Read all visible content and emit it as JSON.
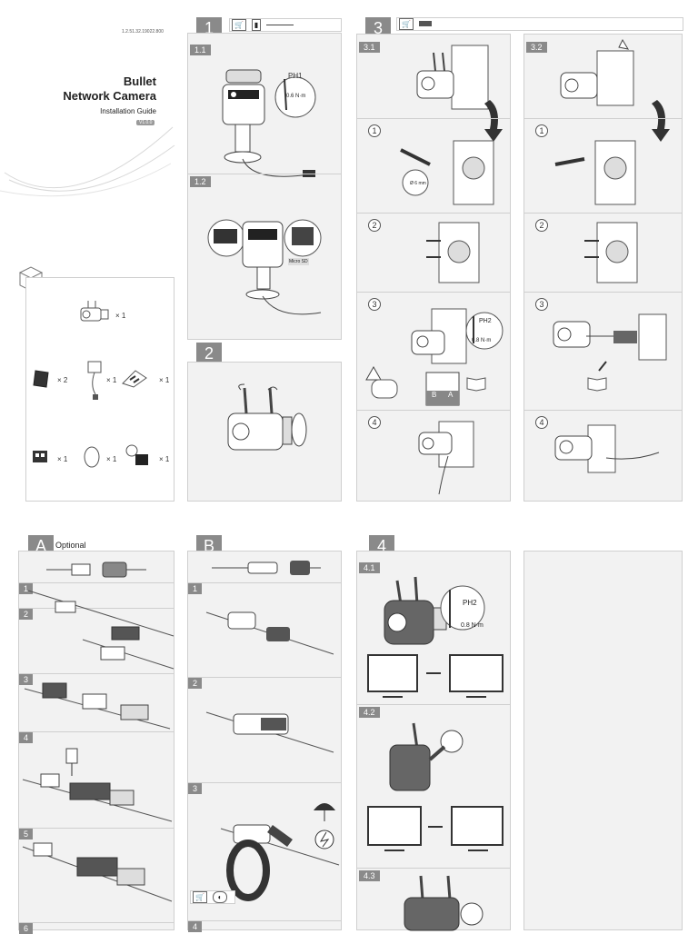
{
  "cover": {
    "doc_code": "1.2.51.32.19022.800",
    "title_line1": "Bullet",
    "title_line2": "Network Camera",
    "subtitle": "Installation Guide",
    "version": "V1.0.0"
  },
  "package": {
    "camera_qty": "× 1",
    "doc_qty": "× 2",
    "adapter_qty": "× 1",
    "screws_qty": "× 1",
    "sticker_qty": "× 1",
    "template_qty": "× 1",
    "seal_qty": "× 1"
  },
  "step1": {
    "number": "1",
    "sub1": "1.1",
    "sub2": "1.2",
    "ph_label": "PH1",
    "torque": "0.6 N·m",
    "sd_label": "Micro SD"
  },
  "step2": {
    "number": "2"
  },
  "step3": {
    "number": "3",
    "sub1": "3.1",
    "sub2": "3.2",
    "s1": "1",
    "s2": "2",
    "s3": "3",
    "s4": "4",
    "drill": "Ø 6 mm",
    "ph2_label": "PH2",
    "torque2": "0.8 N·m",
    "label_b": "B",
    "label_a": "A"
  },
  "stepA": {
    "letter": "A",
    "optional": "Optional",
    "s1": "1",
    "s2": "2",
    "s3": "3",
    "s4": "4",
    "s5": "5",
    "s6": "6"
  },
  "stepB": {
    "letter": "B",
    "s1": "1",
    "s2": "2",
    "s3": "3",
    "s4": "4"
  },
  "step4": {
    "number": "4",
    "sub1": "4.1",
    "sub2": "4.2",
    "sub3": "4.3",
    "ph2_label": "PH2",
    "torque": "0.8 N·m"
  }
}
